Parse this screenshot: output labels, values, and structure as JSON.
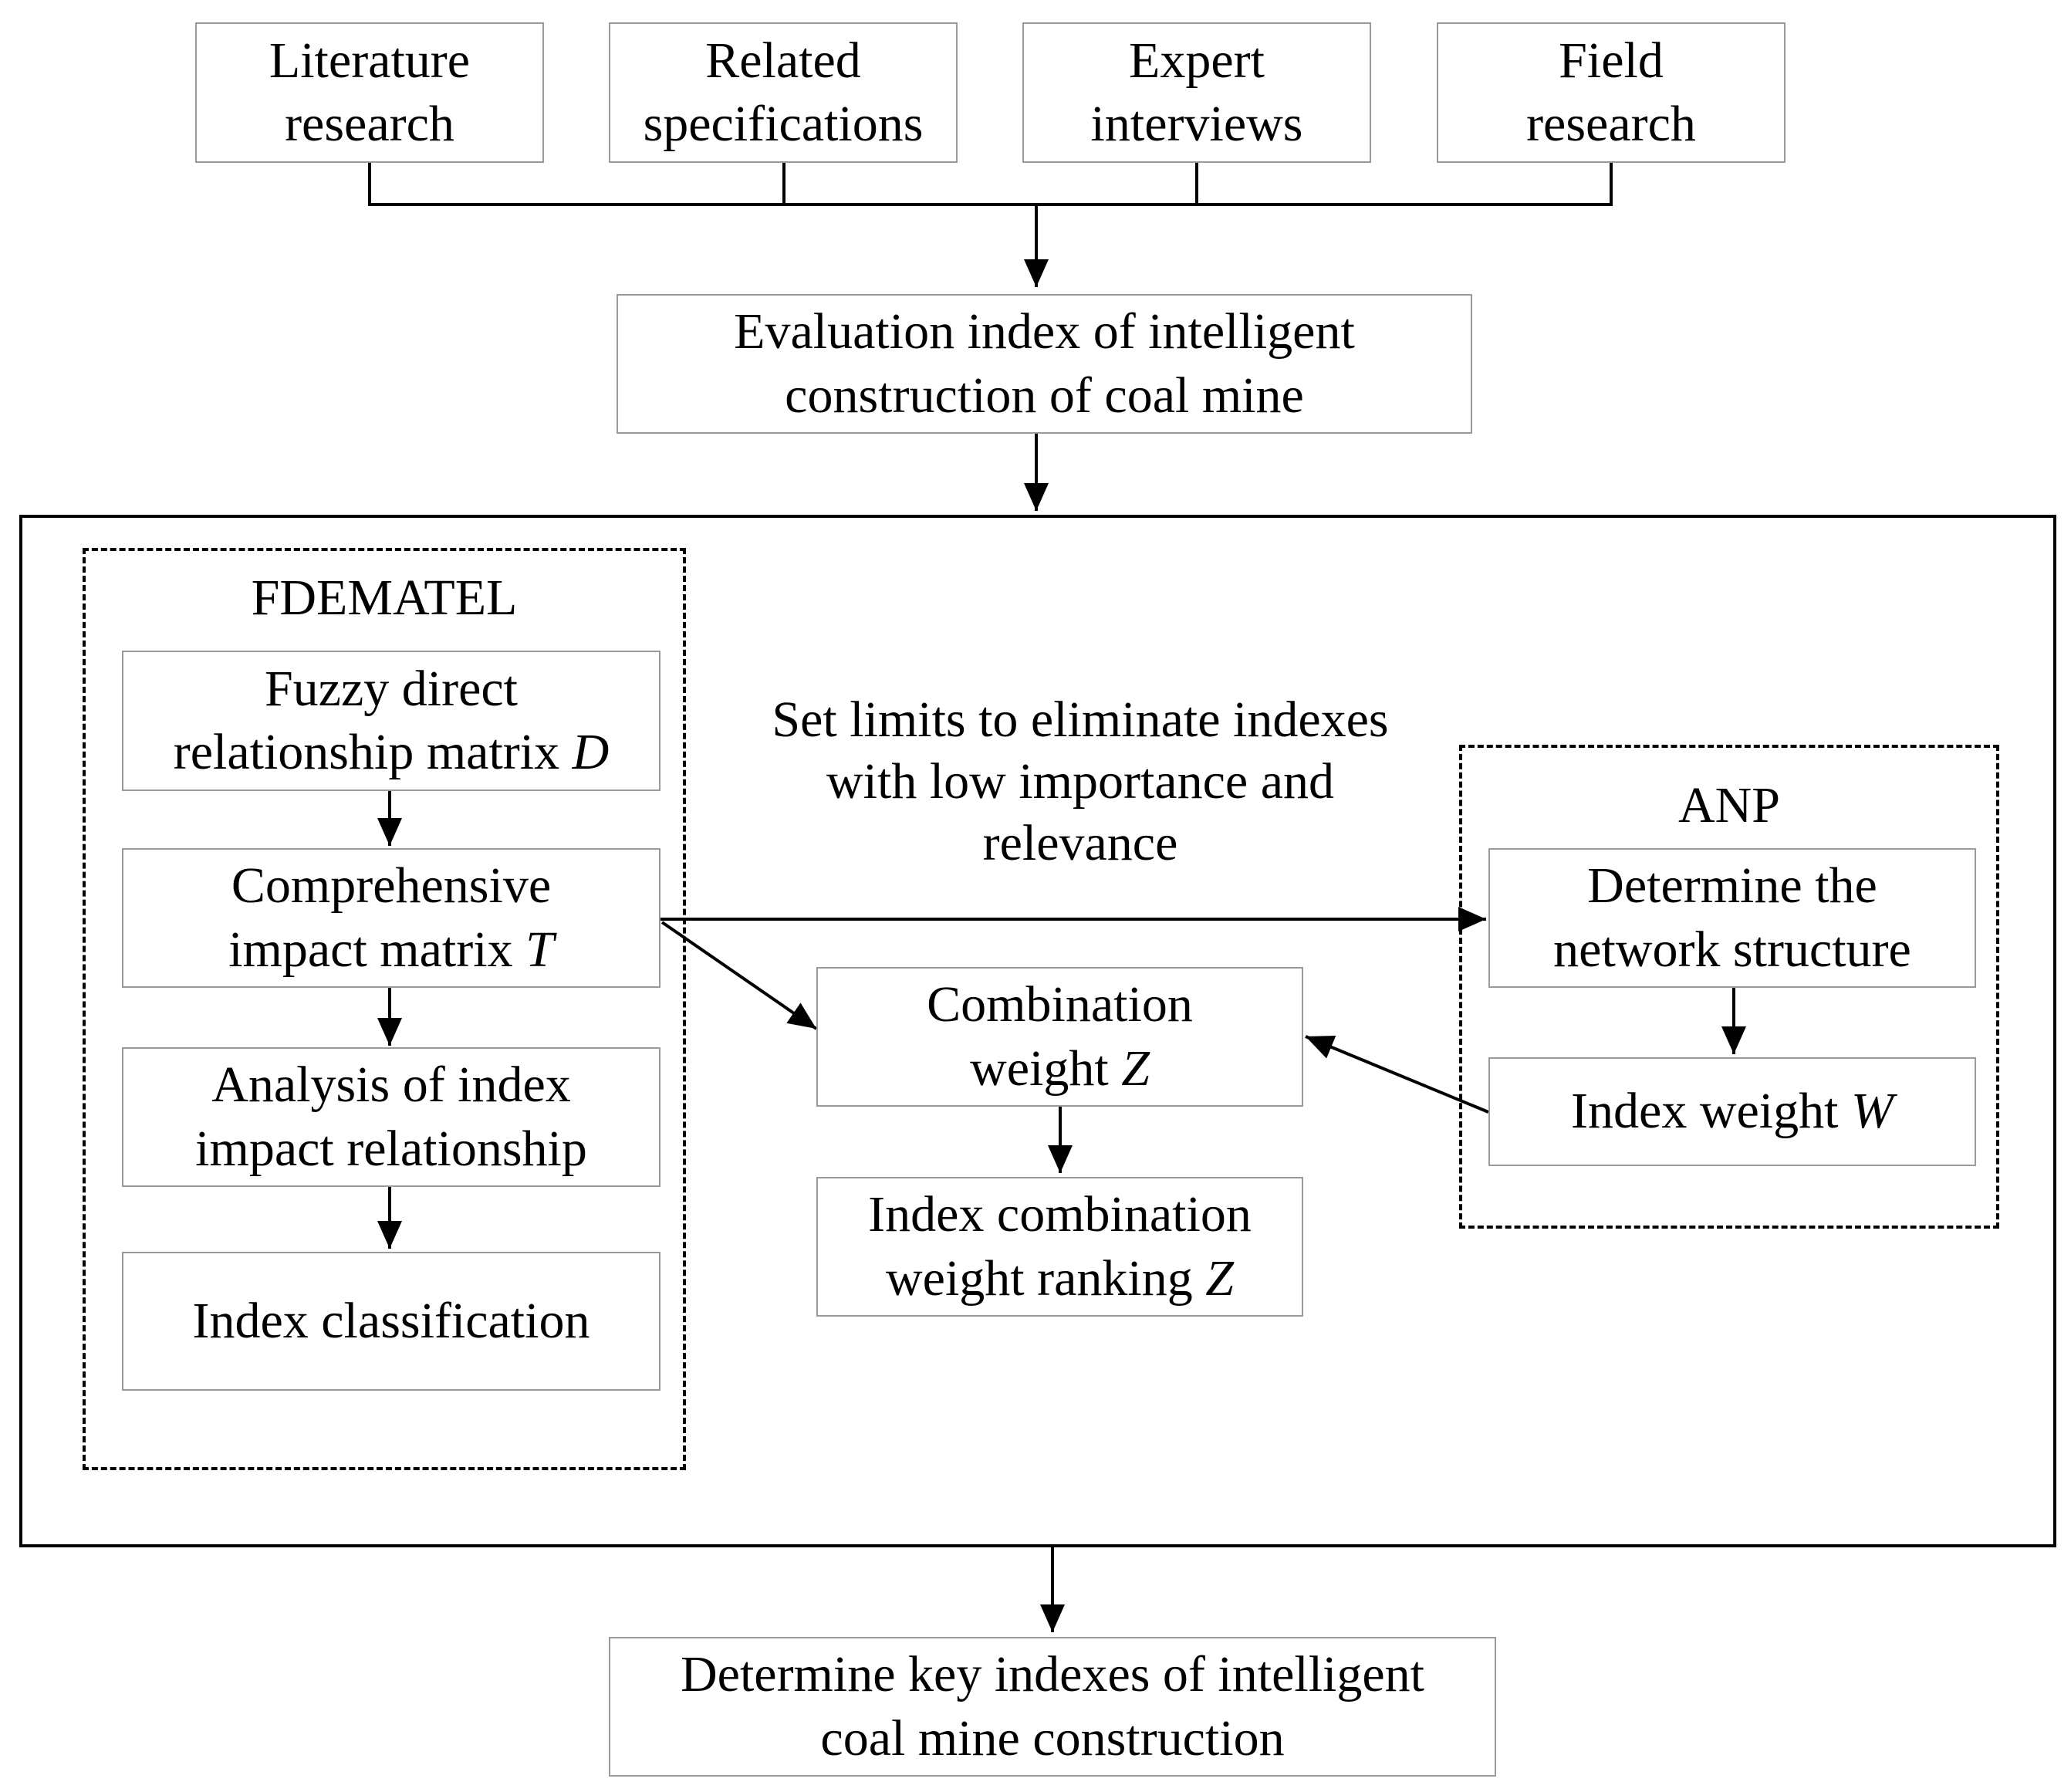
{
  "sources": [
    {
      "line1": "Literature",
      "line2": "research"
    },
    {
      "line1": "Related",
      "line2": "specifications"
    },
    {
      "line1": "Expert",
      "line2": "interviews"
    },
    {
      "line1": "Field",
      "line2": "research"
    }
  ],
  "evaluation_index": {
    "line1": "Evaluation index of intelligent",
    "line2": "construction of coal mine"
  },
  "fdematel": {
    "title": "FDEMATEL",
    "fuzzy": {
      "line1": "Fuzzy direct",
      "line2a": "relationship matrix ",
      "var": "D"
    },
    "comprehensive": {
      "line1": "Comprehensive",
      "line2a": "impact matrix ",
      "var": "T"
    },
    "analysis": {
      "line1": "Analysis of index",
      "line2": "impact relationship"
    },
    "classification": "Index classification"
  },
  "set_limits": {
    "line1": "Set limits to eliminate indexes",
    "line2": "with low importance and",
    "line3": "relevance"
  },
  "anp": {
    "title": "ANP",
    "network": {
      "line1": "Determine the",
      "line2": "network structure"
    },
    "weight": {
      "text": "Index weight ",
      "var": "W"
    }
  },
  "combination": {
    "line1": "Combination",
    "line2a": "weight ",
    "var": "Z"
  },
  "ranking": {
    "line1": "Index combination",
    "line2a": "weight ranking ",
    "var": "Z"
  },
  "key_indexes": {
    "line1": "Determine key indexes of intelligent",
    "line2": "coal mine construction"
  }
}
